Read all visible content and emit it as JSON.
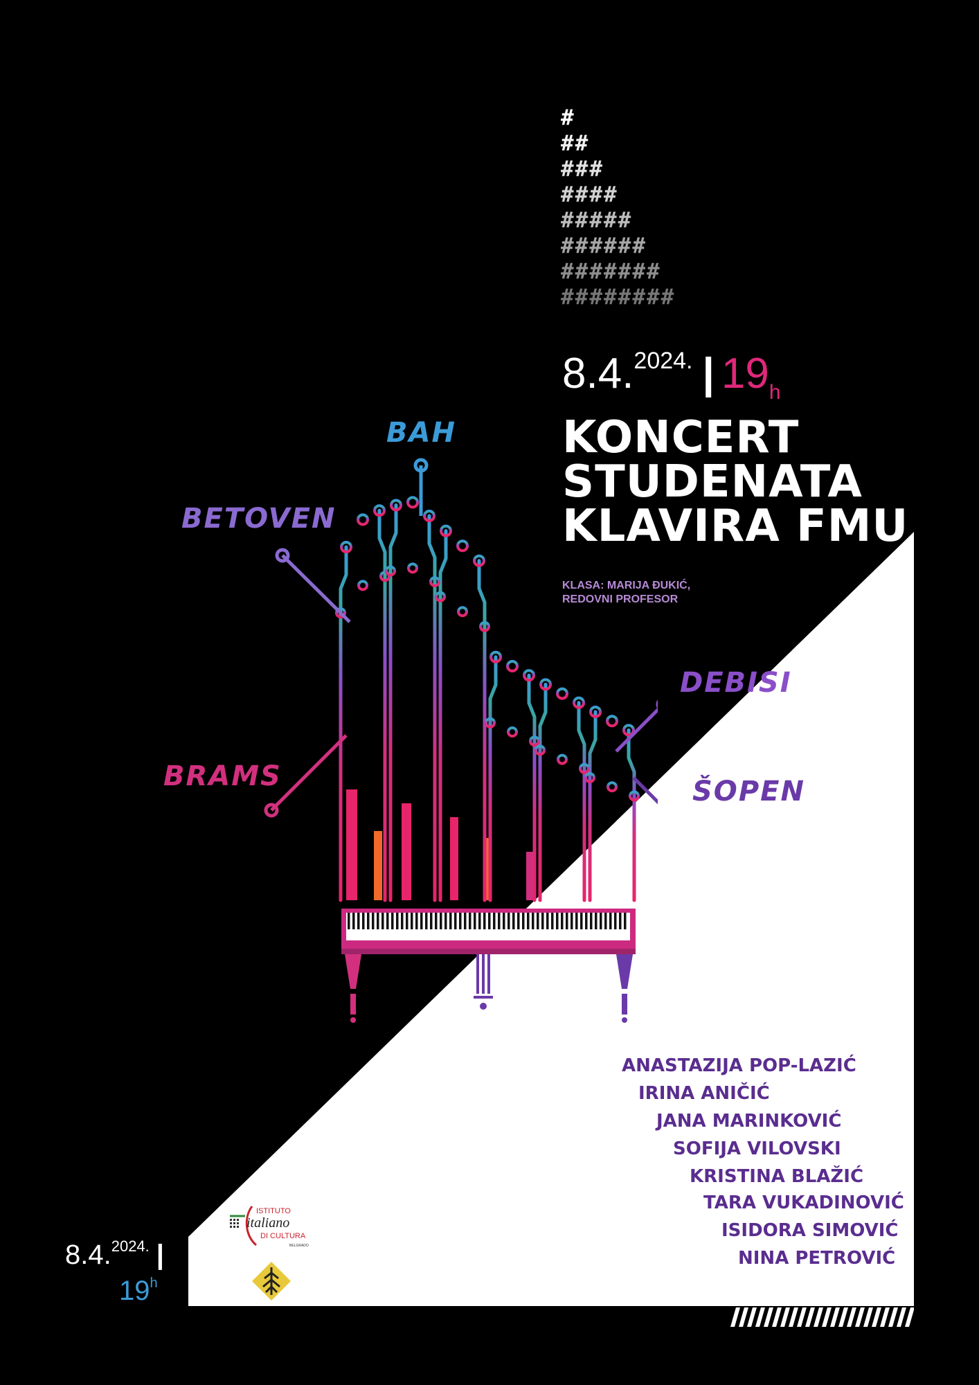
{
  "colors": {
    "background": "#000000",
    "panel": "#ffffff",
    "accent_pink": "#e0287a",
    "accent_blue": "#3b9bd8",
    "accent_purple": "#5a2d8f"
  },
  "hash_pyramid": [
    "#",
    "##",
    "###",
    "####",
    "#####",
    "######",
    "#######",
    "########"
  ],
  "event": {
    "day_month": "8.4.",
    "year": "2024.",
    "separator": "|",
    "hour": "19",
    "hour_suffix": "h",
    "title_lines": [
      "KONCERT",
      "STUDENATA",
      "KLAVIRA FMU"
    ],
    "class_line1": "KLASA: MARIJA ĐUKIĆ,",
    "class_line2": "REDOVNI PROFESOR"
  },
  "composers": {
    "bach": "BAH",
    "beethoven": "BETOVEN",
    "debussy": "DEBISI",
    "brahms": "BRAMS",
    "chopin": "ŠOPEN"
  },
  "performers": [
    "ANASTAZIJA POP-LAZIĆ",
    "IRINA ANIČIĆ",
    "JANA MARINKOVIĆ",
    "SOFIJA VILOVSKI",
    "KRISTINA BLAŽIĆ",
    "TARA VUKADINOVIĆ",
    "ISIDORA SIMOVIĆ",
    "NINA PETROVIĆ"
  ],
  "footer": {
    "day_month": "8.4.",
    "year": "2024.",
    "separator": "|",
    "hour": "19",
    "hour_suffix": "h"
  },
  "logo": {
    "line1": "ISTITUTO",
    "line2": "italiano",
    "line3": "DI CULTURA",
    "line4": "BELGRADO"
  },
  "icons": {
    "piano": "circuit-grand-piano-icon",
    "institute_logo": "istituto-italiano-logo",
    "mark": "faculty-emblem-icon",
    "stripes": "diagonal-stripes"
  }
}
